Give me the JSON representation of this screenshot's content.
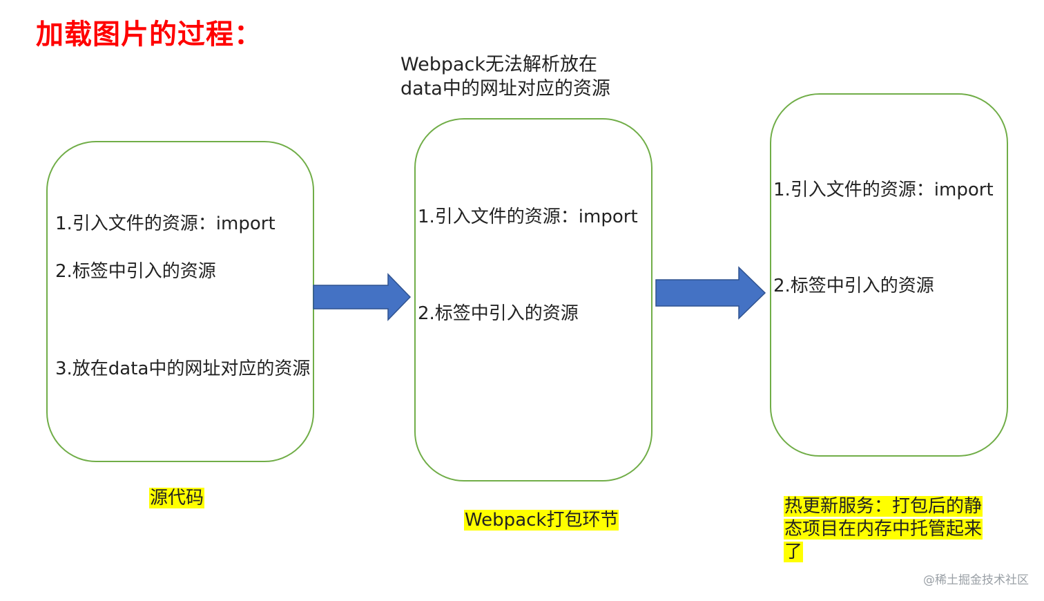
{
  "title": "加载图片的过程：",
  "top_note": {
    "line1": "Webpack无法解析放在",
    "line2": "data中的网址对应的资源"
  },
  "boxes": [
    {
      "items": [
        "1.引入文件的资源：import",
        "2.标签中引入的资源",
        "3.放在data中的网址对应的资源"
      ],
      "caption": "源代码"
    },
    {
      "items": [
        "1.引入文件的资源：import",
        "2.标签中引入的资源"
      ],
      "caption": "Webpack打包环节"
    },
    {
      "items": [
        "1.引入文件的资源：import",
        "2.标签中引入的资源"
      ],
      "caption": "热更新服务：打包后的静态项目在内存中托管起来了"
    }
  ],
  "watermark": "@稀土掘金技术社区",
  "colors": {
    "title": "#ff0000",
    "box_border": "#70ad47",
    "arrow_fill": "#4472c4",
    "arrow_stroke": "#2f528f",
    "highlight": "#ffff00"
  },
  "icons": [
    "right-arrow-icon",
    "right-arrow-icon"
  ]
}
